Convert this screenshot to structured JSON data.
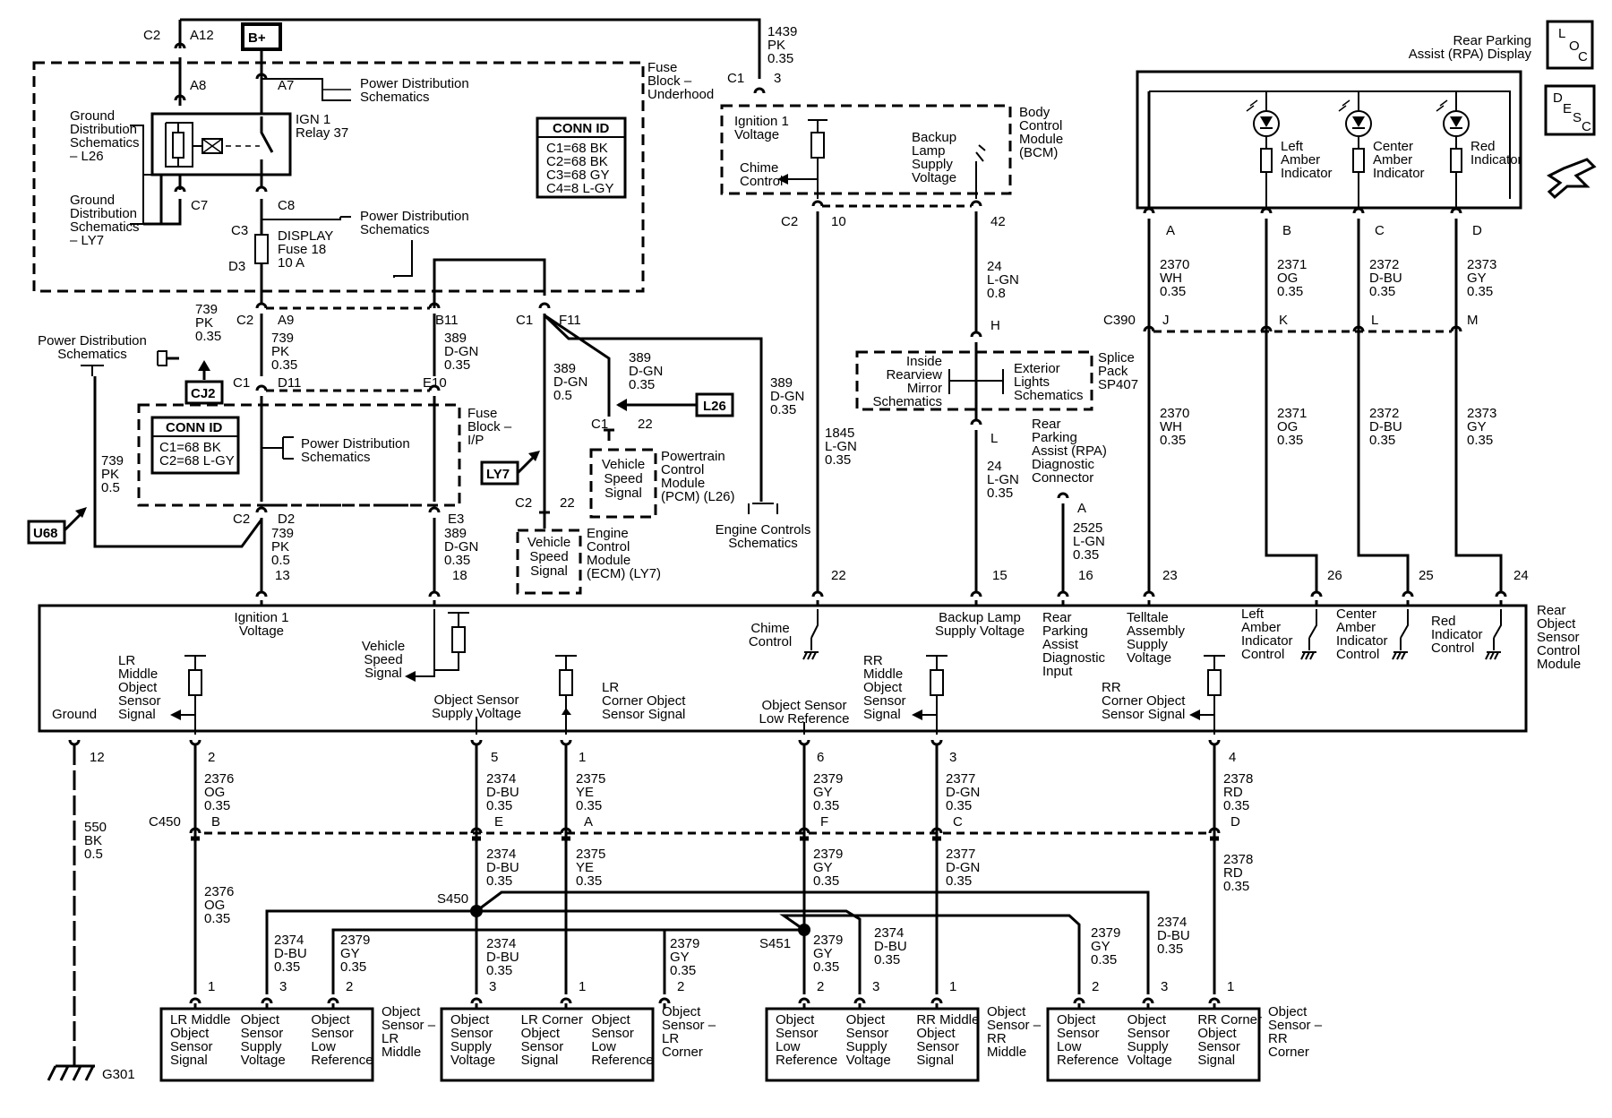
{
  "connectors": {
    "c2_top": "C2",
    "a12": "A12",
    "bplus": "B+",
    "a8": "A8",
    "a7": "A7",
    "c7": "C7",
    "c8": "C8",
    "c3": "C3",
    "d3": "D3",
    "c2_a9": "C2",
    "a9": "A9",
    "b11": "B11",
    "c1_f11": "C1",
    "f11": "F11",
    "c1_d11": "C1",
    "d11": "D11",
    "e10": "E10",
    "c2_d2": "C2",
    "d2": "D2",
    "e3": "E3",
    "c1_bcm": "C1",
    "bcm_pin3": "3",
    "c2_bcm": "C2",
    "pin10": "10",
    "pin42": "42",
    "h": "H",
    "l": "L",
    "a_diag": "A",
    "c390": "C390",
    "j": "J",
    "k": "K",
    "l2": "L",
    "m": "M",
    "a_rpa": "A",
    "b_rpa": "B",
    "c_rpa": "C",
    "d_rpa": "D",
    "c1_pcm": "C1",
    "pcm22": "22",
    "c2_ecm": "C2",
    "ecm22": "22",
    "c450": "C450",
    "c450_b": "B",
    "c450_e": "E",
    "c450_a": "A",
    "c450_f": "F",
    "c450_c": "C",
    "c450_d": "D",
    "s450": "S450",
    "s451": "S451",
    "g301": "G301"
  },
  "module_pins": {
    "p13": "13",
    "p18": "18",
    "p22": "22",
    "p15": "15",
    "p16": "16",
    "p23": "23",
    "p26": "26",
    "p25": "25",
    "p24": "24",
    "p12": "12",
    "p2": "2",
    "p5": "5",
    "p1": "1",
    "p6": "6",
    "p3": "3",
    "p4": "4"
  },
  "wires": {
    "w1439": [
      "1439",
      "PK",
      "0.35"
    ],
    "w739a": [
      "739",
      "PK",
      "0.35"
    ],
    "w739b": [
      "739",
      "PK",
      "0.35"
    ],
    "w739c": [
      "739",
      "PK",
      "0.5"
    ],
    "w739d": [
      "739",
      "PK",
      "0.5"
    ],
    "w389a": [
      "389",
      "D-GN",
      "0.35"
    ],
    "w389b": [
      "389",
      "D-GN",
      "0.35"
    ],
    "w389c": [
      "389",
      "D-GN",
      "0.5"
    ],
    "w389d": [
      "389",
      "D-GN",
      "0.35"
    ],
    "w389e": [
      "389",
      "D-GN",
      "0.35"
    ],
    "w1845": [
      "1845",
      "L-GN",
      "0.35"
    ],
    "w24a": [
      "24",
      "L-GN",
      "0.8"
    ],
    "w24b": [
      "24",
      "L-GN",
      "0.35"
    ],
    "w2525": [
      "2525",
      "L-GN",
      "0.35"
    ],
    "w2370a": [
      "2370",
      "WH",
      "0.35"
    ],
    "w2371a": [
      "2371",
      "OG",
      "0.35"
    ],
    "w2372a": [
      "2372",
      "D-BU",
      "0.35"
    ],
    "w2373a": [
      "2373",
      "GY",
      "0.35"
    ],
    "w2370b": [
      "2370",
      "WH",
      "0.35"
    ],
    "w2371b": [
      "2371",
      "OG",
      "0.35"
    ],
    "w2372b": [
      "2372",
      "D-BU",
      "0.35"
    ],
    "w2373b": [
      "2373",
      "GY",
      "0.35"
    ],
    "w550": [
      "550",
      "BK",
      "0.5"
    ],
    "w2376a": [
      "2376",
      "OG",
      "0.35"
    ],
    "w2374a": [
      "2374",
      "D-BU",
      "0.35"
    ],
    "w2375a": [
      "2375",
      "YE",
      "0.35"
    ],
    "w2379a": [
      "2379",
      "GY",
      "0.35"
    ],
    "w2377a": [
      "2377",
      "D-GN",
      "0.35"
    ],
    "w2378a": [
      "2378",
      "RD",
      "0.35"
    ],
    "w2376b": [
      "2376",
      "OG",
      "0.35"
    ],
    "w2374b": [
      "2374",
      "D-BU",
      "0.35"
    ],
    "w2375b": [
      "2375",
      "YE",
      "0.35"
    ],
    "w2379b": [
      "2379",
      "GY",
      "0.35"
    ],
    "w2377b": [
      "2377",
      "D-GN",
      "0.35"
    ],
    "w2378b": [
      "2378",
      "RD",
      "0.35"
    ],
    "w2374c": [
      "2374",
      "D-BU",
      "0.35"
    ],
    "w2379c": [
      "2379",
      "GY",
      "0.35"
    ],
    "w2374d": [
      "2374",
      "D-BU",
      "0.35"
    ],
    "w2379d": [
      "2379",
      "GY",
      "0.35"
    ],
    "w2379e": [
      "2379",
      "GY",
      "0.35"
    ],
    "w2374e": [
      "2374",
      "D-BU",
      "0.35"
    ],
    "w2379f": [
      "2379",
      "GY",
      "0.35"
    ],
    "w2374f": [
      "2374",
      "D-BU",
      "0.35"
    ]
  },
  "labels": {
    "fuse_block_underhood": [
      "Fuse",
      "Block –",
      "Underhood"
    ],
    "power_dist_1": [
      "Power Distribution",
      "Schematics"
    ],
    "power_dist_2": [
      "Power Distribution",
      "Schematics"
    ],
    "power_dist_3": [
      "Power Distribution",
      "Schematics"
    ],
    "power_dist_4": [
      "Power Distribution",
      "Schematics"
    ],
    "ground_dist_l26": [
      "Ground",
      "Distribution",
      "Schematics",
      "– L26"
    ],
    "ground_dist_ly7": [
      "Ground",
      "Distribution",
      "Schematics",
      "– LY7"
    ],
    "ign1_relay": [
      "IGN 1",
      "Relay 37"
    ],
    "display_fuse": [
      "DISPLAY",
      "Fuse 18",
      "10 A"
    ],
    "conn_id_1": {
      "title": "CONN ID",
      "rows": [
        "C1=68 BK",
        "C2=68 BK",
        "C3=68 GY",
        "C4=8 L-GY"
      ]
    },
    "conn_id_2": {
      "title": "CONN ID",
      "rows": [
        "C1=68 BK",
        "C2=68 L-GY"
      ]
    },
    "fuse_block_ip": [
      "Fuse",
      "Block –",
      "I/P"
    ],
    "cj2": "CJ2",
    "u68": "U68",
    "l26": "L26",
    "ly7": "LY7",
    "vss_pcm": [
      "Vehicle",
      "Speed",
      "Signal"
    ],
    "pcm": [
      "Powertrain",
      "Control",
      "Module",
      "(PCM) (L26)"
    ],
    "vss_ecm": [
      "Vehicle",
      "Speed",
      "Signal"
    ],
    "ecm": [
      "Engine",
      "Control",
      "Module",
      "(ECM) (LY7)"
    ],
    "engine_controls": [
      "Engine Controls",
      "Schematics"
    ],
    "bcm_ign1": [
      "Ignition 1",
      "Voltage"
    ],
    "bcm_chime": [
      "Chime",
      "Control"
    ],
    "bcm_backup": [
      "Backup",
      "Lamp",
      "Supply",
      "Voltage"
    ],
    "bcm": [
      "Body",
      "Control",
      "Module",
      "(BCM)"
    ],
    "inside_mirror": [
      "Inside",
      "Rearview",
      "Mirror",
      "Schematics"
    ],
    "ext_lights": [
      "Exterior",
      "Lights",
      "Schematics"
    ],
    "splice_pack": [
      "Splice",
      "Pack",
      "SP407"
    ],
    "rpa_diag": [
      "Rear",
      "Parking",
      "Assist (RPA)",
      "Diagnostic",
      "Connector"
    ],
    "rpa_display": [
      "Rear Parking",
      "Assist (RPA) Display"
    ],
    "left_amber": [
      "Left",
      "Amber",
      "Indicator"
    ],
    "center_amber": [
      "Center",
      "Amber",
      "Indicator"
    ],
    "red_ind": [
      "Red",
      "Indicator"
    ],
    "loc": [
      "L",
      "O",
      "C"
    ],
    "desc": [
      "D",
      "E",
      "S",
      "C"
    ],
    "mod_ign1": [
      "Ignition 1",
      "Voltage"
    ],
    "mod_vss": [
      "Vehicle",
      "Speed",
      "Signal"
    ],
    "mod_chime": [
      "Chime",
      "Control"
    ],
    "mod_backup": [
      "Backup Lamp",
      "Supply Voltage"
    ],
    "mod_rpa_diag": [
      "Rear",
      "Parking",
      "Assist",
      "Diagnostic",
      "Input"
    ],
    "mod_telltale": [
      "Telltale",
      "Assembly",
      "Supply",
      "Voltage"
    ],
    "mod_left_amber": [
      "Left",
      "Amber",
      "Indicator",
      "Control"
    ],
    "mod_center_amber": [
      "Center",
      "Amber",
      "Indicator",
      "Control"
    ],
    "mod_red": [
      "Red",
      "Indicator",
      "Control"
    ],
    "module_name": [
      "Rear",
      "Object",
      "Sensor",
      "Control",
      "Module"
    ],
    "mod_ground": "Ground",
    "mod_lr_middle": [
      "LR",
      "Middle",
      "Object",
      "Sensor",
      "Signal"
    ],
    "mod_supply": [
      "Object Sensor",
      "Supply Voltage"
    ],
    "mod_lr_corner": [
      "LR",
      "Corner Object",
      "Sensor Signal"
    ],
    "mod_low_ref": [
      "Object Sensor",
      "Low Reference"
    ],
    "mod_rr_middle": [
      "RR",
      "Middle",
      "Object",
      "Sensor",
      "Signal"
    ],
    "mod_rr_corner": [
      "RR",
      "Corner Object",
      "Sensor Signal"
    ],
    "sensor1": {
      "cells": [
        [
          "LR Middle",
          "Object",
          "Sensor",
          "Signal"
        ],
        [
          "Object",
          "Sensor",
          "Supply",
          "Voltage"
        ],
        [
          "Object",
          "Sensor",
          "Low",
          "Reference"
        ]
      ],
      "pins": [
        "1",
        "3",
        "2"
      ],
      "name": [
        "Object",
        "Sensor –",
        "LR",
        "Middle"
      ]
    },
    "sensor2": {
      "cells": [
        [
          "Object",
          "Sensor",
          "Supply",
          "Voltage"
        ],
        [
          "LR Corner",
          "Object",
          "Sensor",
          "Signal"
        ],
        [
          "Object",
          "Sensor",
          "Low",
          "Reference"
        ]
      ],
      "pins": [
        "3",
        "1",
        "2"
      ],
      "name": [
        "Object",
        "Sensor –",
        "LR",
        "Corner"
      ]
    },
    "sensor3": {
      "cells": [
        [
          "Object",
          "Sensor",
          "Low",
          "Reference"
        ],
        [
          "Object",
          "Sensor",
          "Supply",
          "Voltage"
        ],
        [
          "RR Middle",
          "Object",
          "Sensor",
          "Signal"
        ]
      ],
      "pins": [
        "2",
        "3",
        "1"
      ],
      "name": [
        "Object",
        "Sensor –",
        "RR",
        "Middle"
      ]
    },
    "sensor4": {
      "cells": [
        [
          "Object",
          "Sensor",
          "Low",
          "Reference"
        ],
        [
          "Object",
          "Sensor",
          "Supply",
          "Voltage"
        ],
        [
          "RR Corner",
          "Object",
          "Sensor",
          "Signal"
        ]
      ],
      "pins": [
        "2",
        "3",
        "1"
      ],
      "name": [
        "Object",
        "Sensor –",
        "RR",
        "Corner"
      ]
    }
  }
}
